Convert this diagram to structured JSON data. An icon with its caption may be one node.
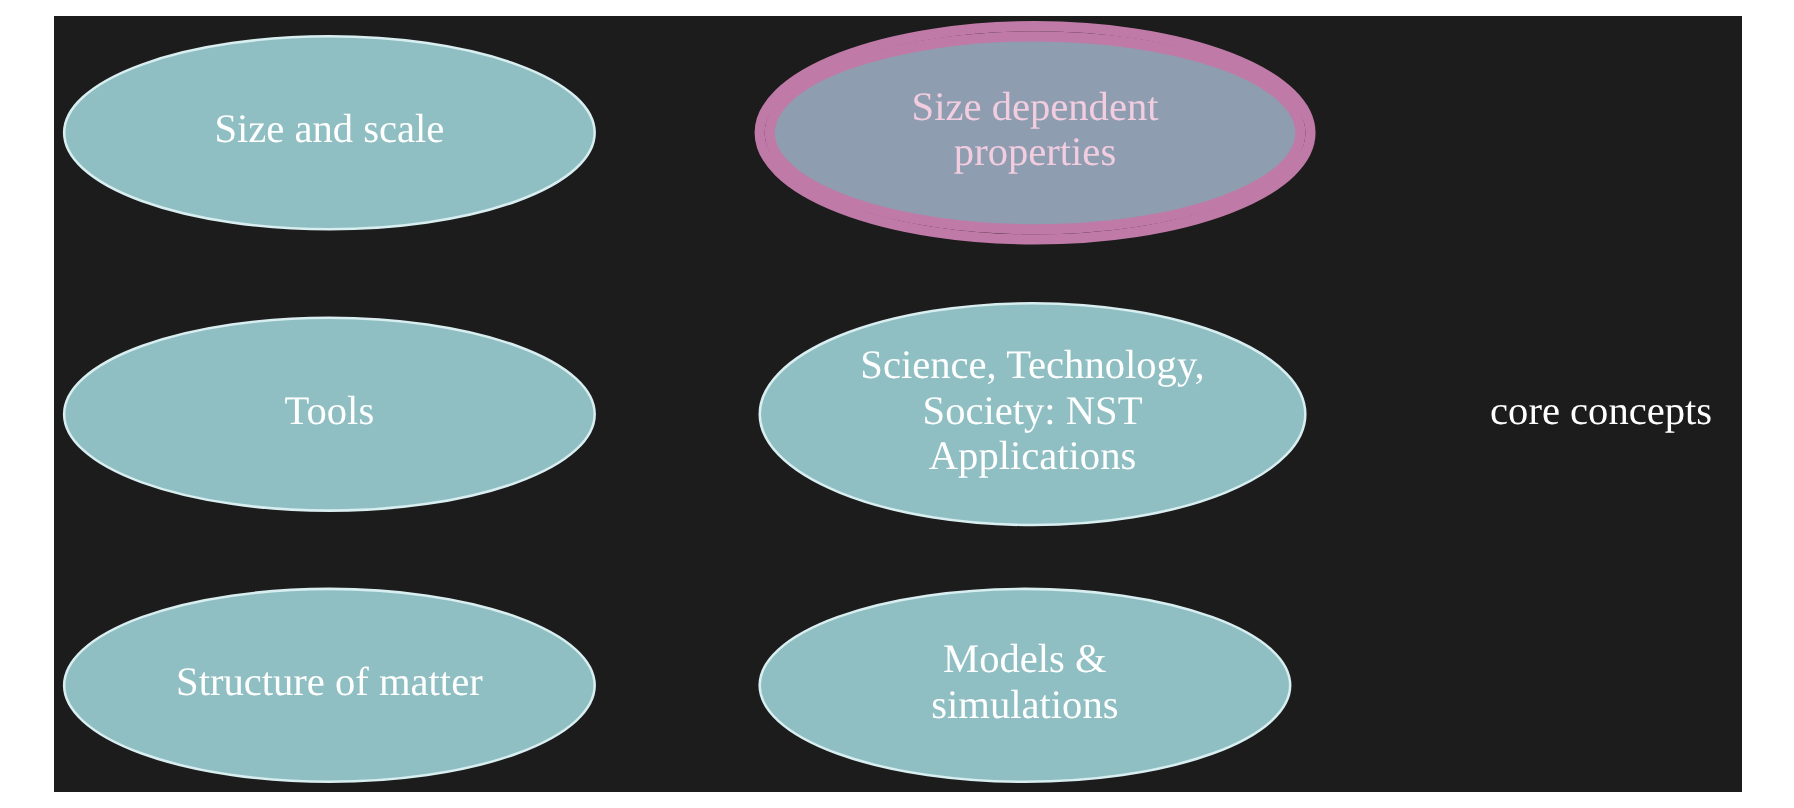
{
  "diagram": {
    "nodes": [
      {
        "text": [
          "Size and scale"
        ]
      },
      {
        "text": [
          "Size dependent properties"
        ]
      },
      {
        "text": [
          "Tools"
        ]
      },
      {
        "text": [
          "Science, Technology, Society: NST Applications"
        ]
      },
      {
        "text": [
          "Structure of matter"
        ]
      },
      {
        "text": [
          "Models & simulations"
        ]
      }
    ],
    "edges": [],
    "labels": [
      "core concepts"
    ]
  }
}
